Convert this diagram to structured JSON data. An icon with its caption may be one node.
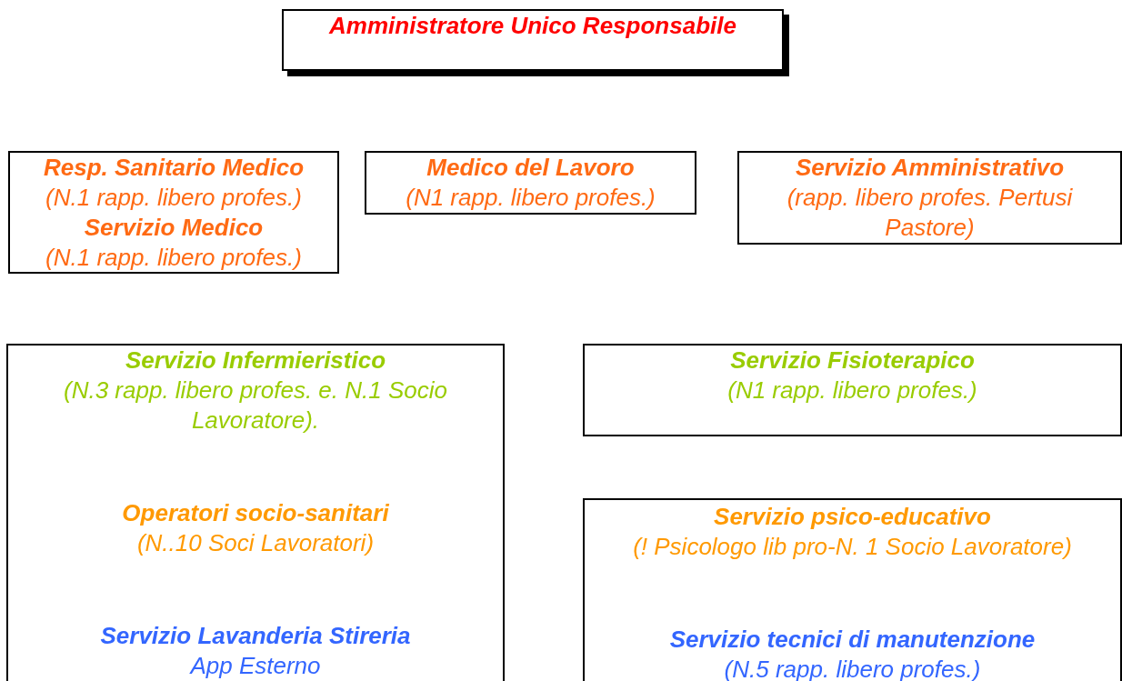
{
  "diagram": {
    "nodes": [
      {
        "text": [
          "Amministratore Unico Responsabile"
        ]
      },
      {
        "text": [
          "Resp. Sanitario Medico",
          "(N.1 rapp. libero profes.)",
          "Servizio Medico",
          "(N.1 rapp. libero profes.)"
        ]
      },
      {
        "text": [
          "Medico del Lavoro",
          "(N1 rapp. libero profes.)"
        ]
      },
      {
        "text": [
          "Servizio Amministrativo",
          "(rapp. libero profes. Pertusi Pastore)"
        ]
      },
      {
        "text": [
          "Servizio Infermieristico",
          "(N.3 rapp. libero profes. e. N.1 Socio Lavoratore).",
          "Operatori socio-sanitari",
          "(N..10 Soci Lavoratori)",
          "Servizio Lavanderia Stireria",
          "App Esterno"
        ]
      },
      {
        "text": [
          "Servizio Fisioterapico",
          "(N1 rapp. libero profes.)"
        ]
      },
      {
        "text": [
          "Servizio psico-educativo",
          "(! Psicologo lib pro-N. 1 Socio Lavoratore)",
          "Servizio tecnici di manutenzione",
          "(N.5 rapp. libero profes.)"
        ]
      }
    ]
  }
}
